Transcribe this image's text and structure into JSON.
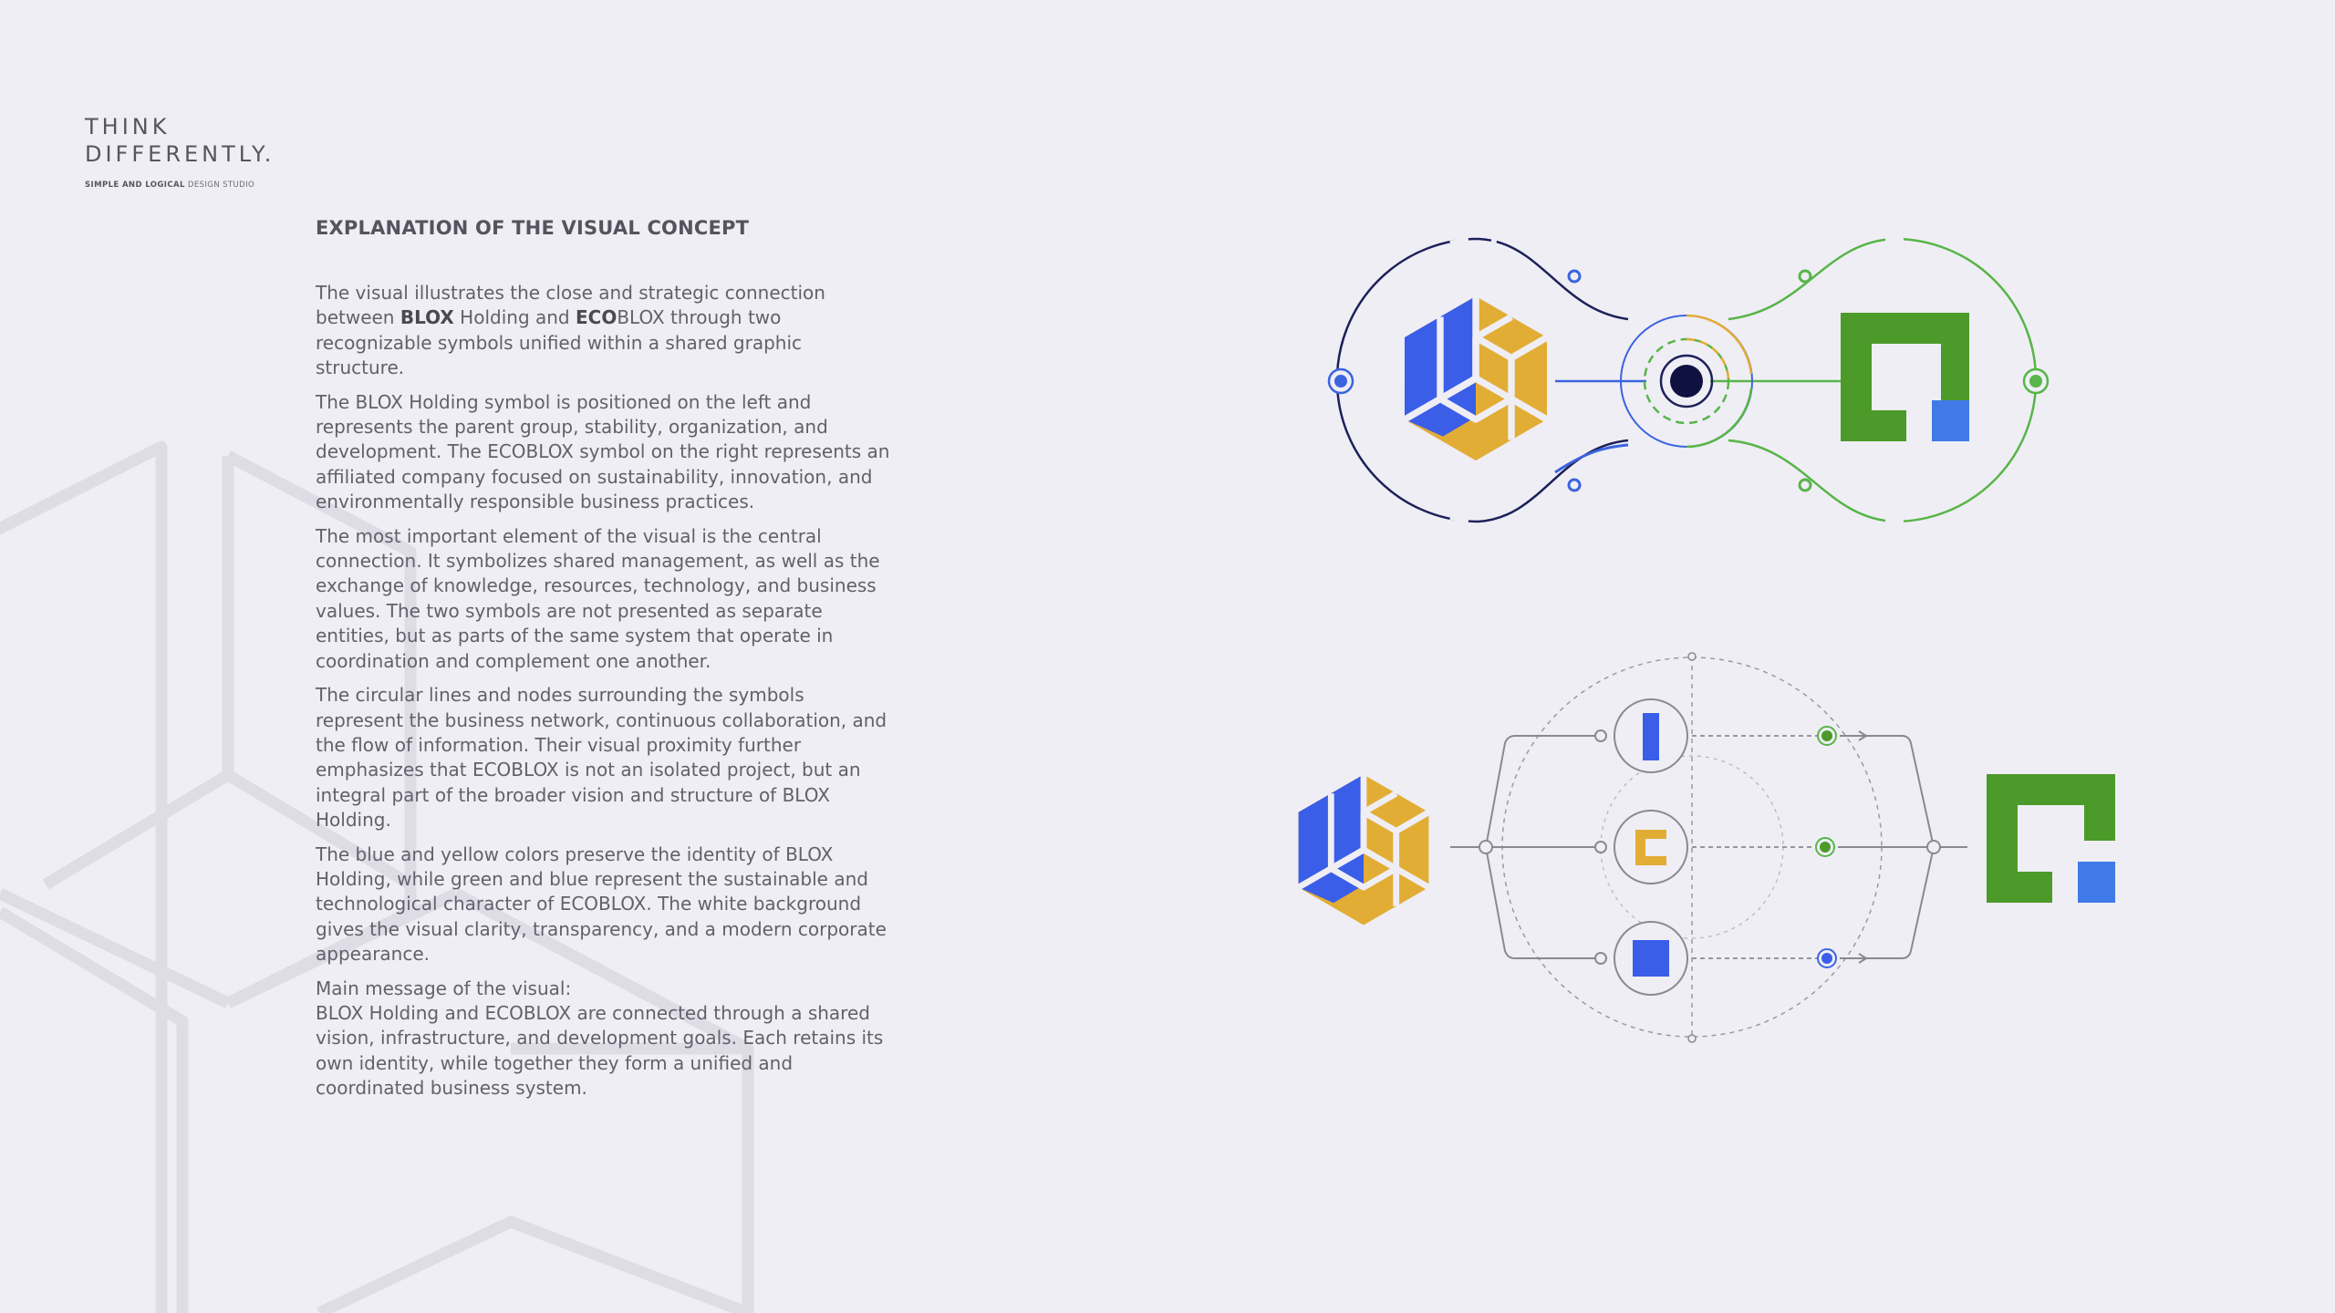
{
  "brand": {
    "line1": "THINK",
    "line2": "DIFFERENTLY.",
    "tag_bold": "SIMPLE AND LOGICAL",
    "tag_rest": " DESIGN STUDIO"
  },
  "section_title": "EXPLANATION OF THE VISUAL CONCEPT",
  "paragraph1": {
    "before": "The visual illustrates the close and strategic connection between ",
    "blox": "BLOX",
    "middle": " Holding and ",
    "eco": "ECO",
    "after": "BLOX through two recognizable symbols unified within a shared graphic structure."
  },
  "paragraphs": [
    "The BLOX Holding symbol is positioned on the left and represents the parent group, stability, organization, and development. The ECOBLOX symbol on the right represents an affiliated company focused on sustainability, innovation, and environmentally responsible business practices.",
    "The most important element of the visual is the central connection. It symbolizes shared management, as well as the exchange of knowledge, resources, technology, and business values. The two symbols are not presented as separate entities, but as parts of the same system that operate in coordination and complement one another.",
    "The circular lines and nodes surrounding the symbols represent the business network, continuous collaboration, and the flow of information. Their visual proximity further emphasizes that ECOBLOX is not an isolated project, but an integral part of the broader vision and structure of BLOX Holding.",
    "The blue and yellow colors preserve the identity of BLOX Holding, while green and blue represent the sustainable and technological character of ECOBLOX. The white background gives the visual clarity, transparency, and a modern corporate appearance."
  ],
  "main_message": {
    "label": "Main message of the visual:",
    "text": "BLOX Holding and ECOBLOX are connected through a shared vision, infrastructure, and development goals. Each retains its own identity, while together they form a unified and coordinated business system."
  },
  "colors": {
    "blox_blue": "#3a5ee8",
    "blox_yellow": "#e2ad35",
    "eco_green": "#4c9a2a",
    "eco_blue": "#3f7ae8",
    "navy": "#141848",
    "line_green": "#58b548",
    "line_blue": "#3b64df",
    "gray_line": "#8a8991"
  },
  "icons": {
    "blox_logo": "blox-hexagon-logo-icon",
    "ecoblox_logo": "ecoblox-square-logo-icon",
    "hub": "central-hub-icon"
  }
}
